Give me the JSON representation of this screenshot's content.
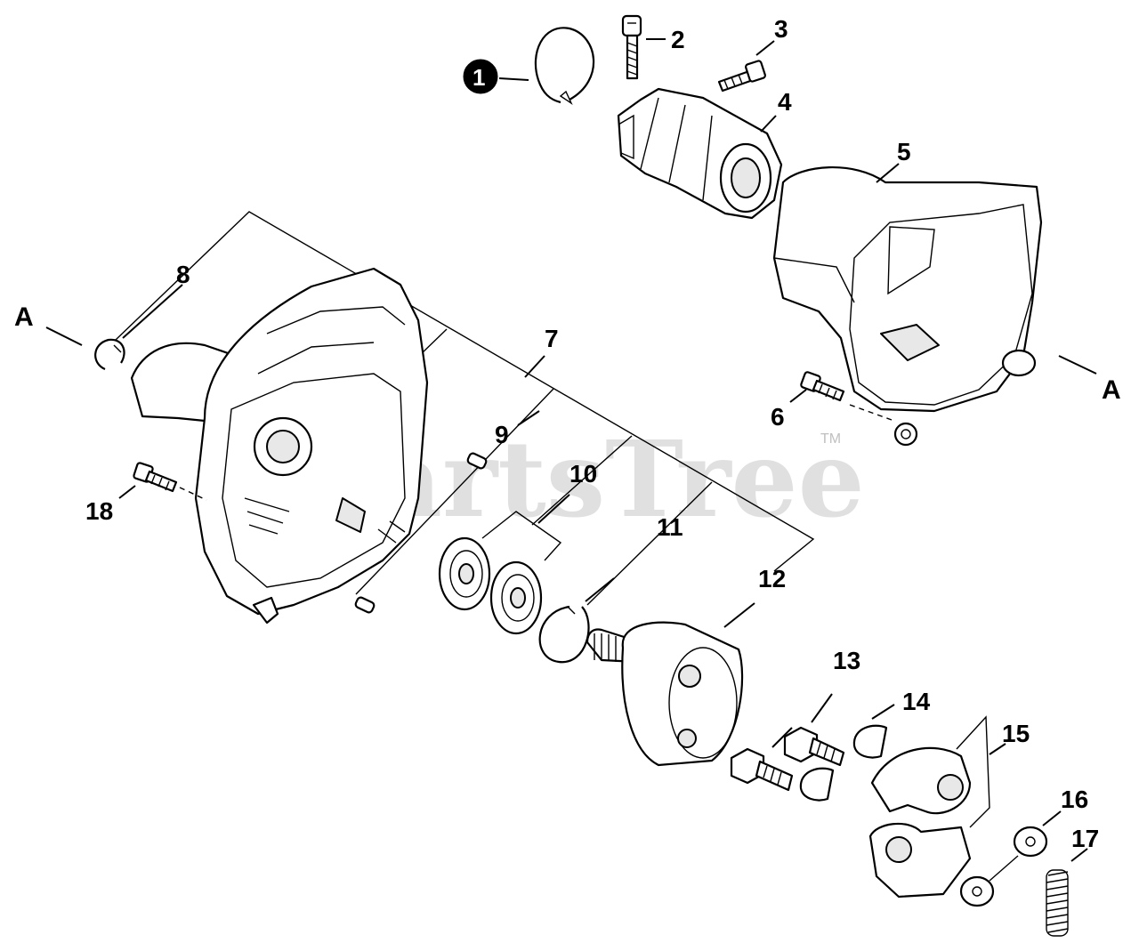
{
  "watermark": {
    "text": "PartsTree",
    "trademark": "TM"
  },
  "callouts": {
    "c1": "1",
    "c2": "2",
    "c3": "3",
    "c4": "4",
    "c5": "5",
    "c6": "6",
    "c7": "7",
    "c8": "8",
    "c9": "9",
    "c10": "10",
    "c11": "11",
    "c12": "12",
    "c13": "13",
    "c14": "14",
    "c15": "15",
    "c16": "16",
    "c17": "17",
    "c18": "18"
  },
  "refs": {
    "left": "A",
    "right": "A"
  }
}
